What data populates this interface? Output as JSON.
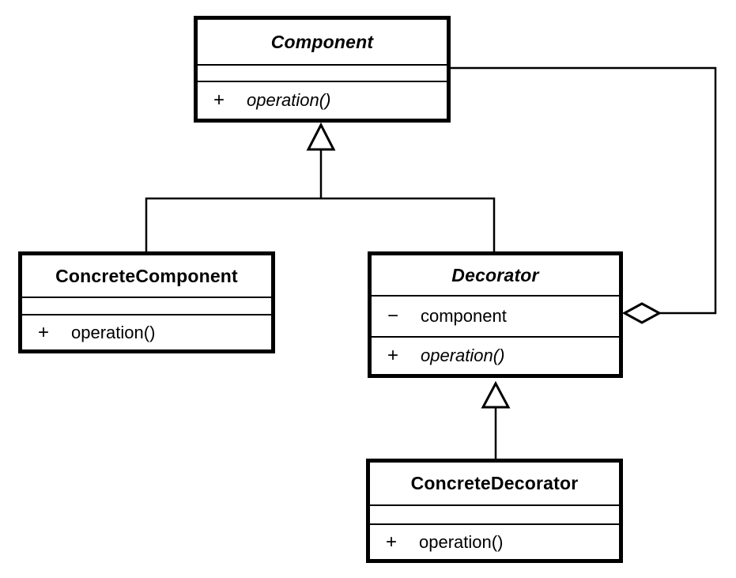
{
  "classes": {
    "component": {
      "name": "Component",
      "methods": [
        {
          "visibility": "+",
          "name": "operation()"
        }
      ]
    },
    "concrete_component": {
      "name": "ConcreteComponent",
      "methods": [
        {
          "visibility": "+",
          "name": "operation()"
        }
      ]
    },
    "decorator": {
      "name": "Decorator",
      "attributes": [
        {
          "visibility": "−",
          "name": "component"
        }
      ],
      "methods": [
        {
          "visibility": "+",
          "name": "operation()"
        }
      ]
    },
    "concrete_decorator": {
      "name": "ConcreteDecorator",
      "methods": [
        {
          "visibility": "+",
          "name": "operation()"
        }
      ]
    }
  },
  "connector_glyphs": {
    "generalization_marker": "hollow-triangle-arrowhead",
    "aggregation_marker": "hollow-diamond"
  },
  "colors": {
    "line": "#000000",
    "text": "#000000",
    "box_fill": "#ffffff",
    "background": "#ffffff"
  }
}
